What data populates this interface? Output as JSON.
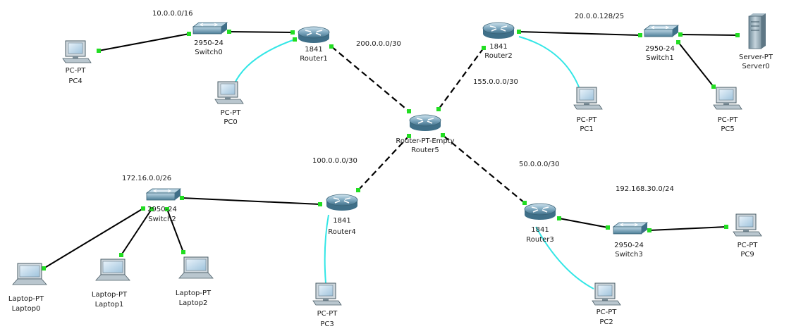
{
  "colors": {
    "copper": "#000000",
    "crossover": "#000000",
    "console": "#33e6e6",
    "port_up": "#22dd22",
    "router_body": "#5a8fa8",
    "switch_body": "#6f9fb8"
  },
  "devices": {
    "router1": {
      "model": "1841",
      "name": "Router1"
    },
    "router2": {
      "model": "1841",
      "name": "Router2"
    },
    "router3": {
      "model": "1841",
      "name": "Router3"
    },
    "router4": {
      "model": "1841",
      "name": "Router4"
    },
    "router5": {
      "model": "Router-PT-Empty",
      "name": "Router5"
    },
    "switch0": {
      "model": "2950-24",
      "name": "Switch0"
    },
    "switch1": {
      "model": "2950-24",
      "name": "Switch1"
    },
    "switch2": {
      "model": "2950-24",
      "name": "Switch2"
    },
    "switch3": {
      "model": "2950-24",
      "name": "Switch3"
    },
    "server0": {
      "model": "Server-PT",
      "name": "Server0"
    },
    "pc0": {
      "model": "PC-PT",
      "name": "PC0"
    },
    "pc1": {
      "model": "PC-PT",
      "name": "PC1"
    },
    "pc2": {
      "model": "PC-PT",
      "name": "PC2"
    },
    "pc3": {
      "model": "PC-PT",
      "name": "PC3"
    },
    "pc4": {
      "model": "PC-PT",
      "name": "PC4"
    },
    "pc5": {
      "model": "PC-PT",
      "name": "PC5"
    },
    "pc9": {
      "model": "PC-PT",
      "name": "PC9"
    },
    "laptop0": {
      "model": "Laptop-PT",
      "name": "Laptop0"
    },
    "laptop1": {
      "model": "Laptop-PT",
      "name": "Laptop1"
    },
    "laptop2": {
      "model": "Laptop-PT",
      "name": "Laptop2"
    }
  },
  "networks": {
    "net_switch0": "10.0.0.0/16",
    "net_switch1": "20.0.0.128/25",
    "net_r1_r5": "200.0.0.0/30",
    "net_r2_r5": "155.0.0.0/30",
    "net_r4_r5": "100.0.0.0/30",
    "net_r3_r5": "50.0.0.0/30",
    "net_switch2": "172.16.0.0/26",
    "net_switch3": "192.168.30.0/24"
  },
  "icons": {
    "router": "router-icon",
    "switch": "switch-icon",
    "pc": "pc-icon",
    "laptop": "laptop-icon",
    "server": "server-icon"
  }
}
